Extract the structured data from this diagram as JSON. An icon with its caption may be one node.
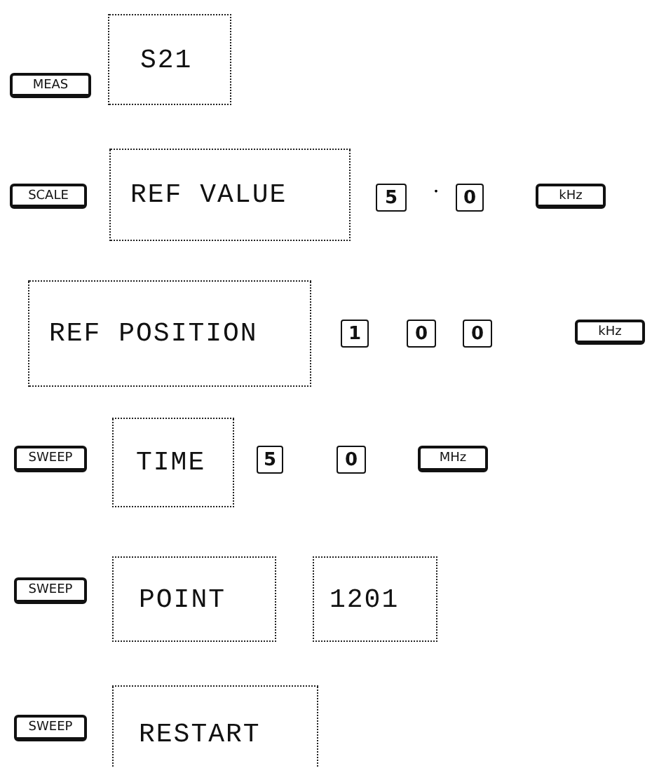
{
  "diagram": {
    "nodes": [
      {
        "text": [
          "MEAS"
        ]
      },
      {
        "text": [
          "S21"
        ]
      },
      {
        "text": [
          "SCALE"
        ]
      },
      {
        "text": [
          "REF VALUE"
        ]
      },
      {
        "text": [
          "5"
        ]
      },
      {
        "text": [
          "0"
        ]
      },
      {
        "text": [
          "kHz"
        ]
      },
      {
        "text": [
          "REF POSITION"
        ]
      },
      {
        "text": [
          "1"
        ]
      },
      {
        "text": [
          "0"
        ]
      },
      {
        "text": [
          "0"
        ]
      },
      {
        "text": [
          "kHz"
        ]
      },
      {
        "text": [
          "SWEEP"
        ]
      },
      {
        "text": [
          "TIME"
        ]
      },
      {
        "text": [
          "5"
        ]
      },
      {
        "text": [
          "0"
        ]
      },
      {
        "text": [
          "MHz"
        ]
      },
      {
        "text": [
          "SWEEP"
        ]
      },
      {
        "text": [
          "POINT"
        ]
      },
      {
        "text": [
          "1201"
        ]
      },
      {
        "text": [
          "SWEEP"
        ]
      },
      {
        "text": [
          "RESTART"
        ]
      }
    ],
    "labels": [
      "."
    ]
  }
}
